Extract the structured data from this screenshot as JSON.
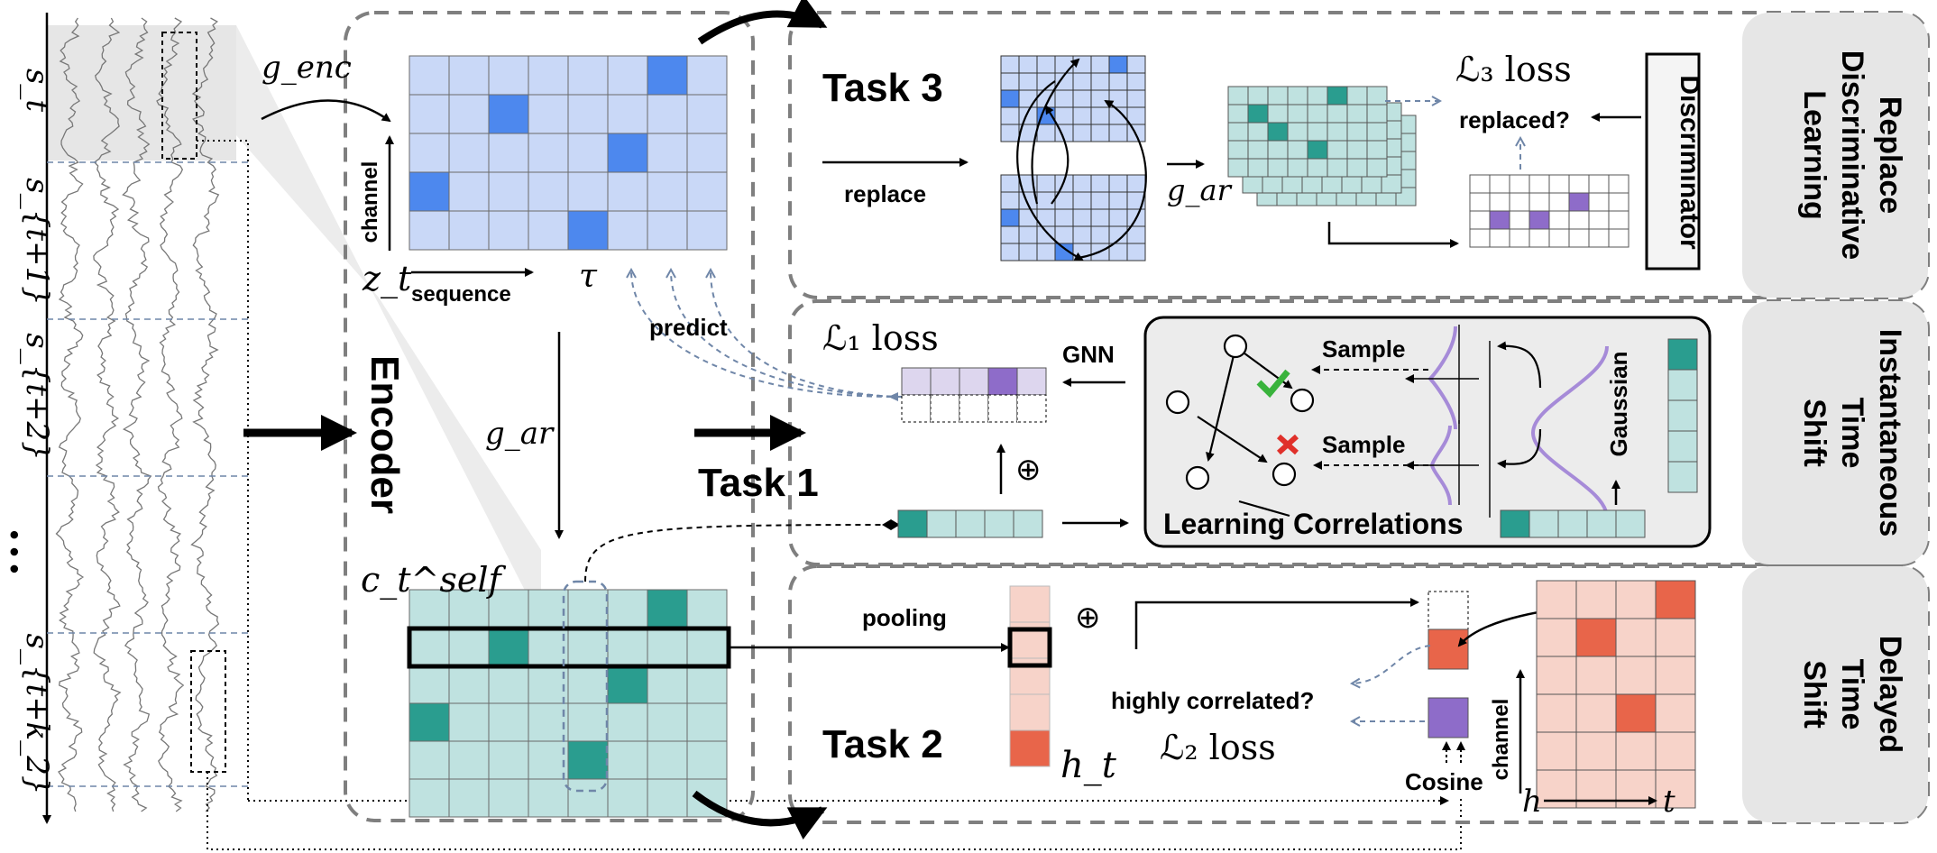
{
  "signal": {
    "segment_labels": [
      "s_t",
      "s_{t+1}",
      "s_{t+2}",
      "s_{t+k_2}"
    ],
    "ellipsis": "• • •"
  },
  "encoder": {
    "g_enc": "g_enc",
    "label": "Encoder",
    "g_ar": "g_ar",
    "z_t": "z_t",
    "tau": "τ",
    "channel": "channel",
    "sequence": "sequence",
    "predict": "predict",
    "c_self": "c_t^self"
  },
  "task3": {
    "title": "Task 3",
    "replace": "replace",
    "g_ar": "g_ar",
    "loss": "ℒ₃ loss",
    "replaced": "replaced?",
    "discriminator": "Discriminator",
    "side": [
      "Replace",
      "Discriminative",
      "Learning"
    ]
  },
  "task1": {
    "title": "Task 1",
    "loss": "ℒ₁ loss",
    "gnn": "GNN",
    "oplus": "⊕",
    "sample1": "Sample",
    "sample2": "Sample",
    "gaussian": "Gaussian",
    "learning": "Learning Correlations",
    "side": [
      "Instantaneous",
      "Time",
      "Shift"
    ]
  },
  "task2": {
    "title": "Task 2",
    "pooling": "pooling",
    "oplus": "⊕",
    "h_t": "h_t",
    "highly": "highly correlated?",
    "loss": "ℒ₂ loss",
    "cosine": "Cosine",
    "channel": "channel",
    "h": "h",
    "t": "t",
    "side": [
      "Delayed",
      "Time",
      "Shift"
    ]
  },
  "colors": {
    "blue_light": "#c9d8f7",
    "blue_dark": "#4d88ee",
    "teal_light": "#bfe2e0",
    "teal_dark": "#2a9d8f",
    "salmon_light": "#f7d3c9",
    "salmon_dark": "#e8654a",
    "purple": "#8e6cc9",
    "lavender": "#ddd6ee",
    "side_bg": "#e6e6e6",
    "dash_gray": "#7f7f7f",
    "dash_blue": "#6f86a8"
  }
}
